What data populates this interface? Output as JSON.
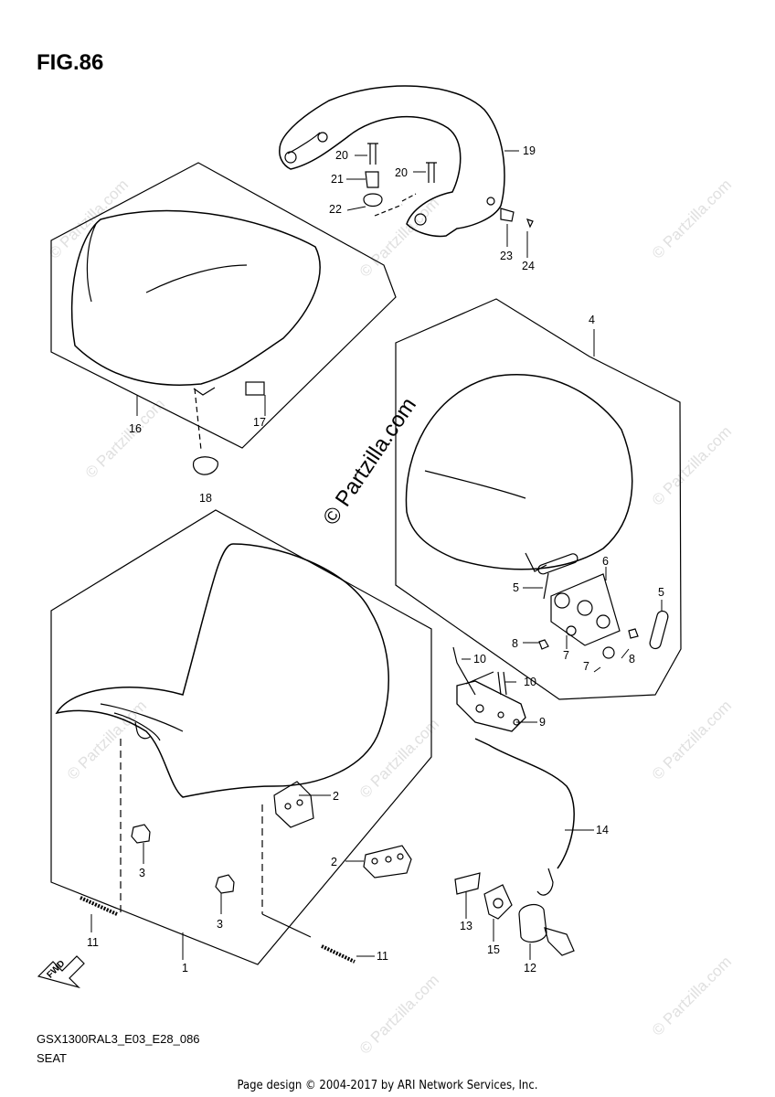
{
  "figure_label": "FIG.86",
  "diagram_code": "GSX1300RAL3_E03_E28_086",
  "diagram_title": "SEAT",
  "footer_text": "Page design © 2004-2017 by ARI Network Services, Inc.",
  "watermark_text": "© Partzilla.com",
  "fwd_label": "FWD",
  "part_numbers": [
    "1",
    "2",
    "2",
    "3",
    "3",
    "4",
    "5",
    "5",
    "6",
    "7",
    "7",
    "8",
    "8",
    "9",
    "10",
    "10",
    "11",
    "11",
    "12",
    "13",
    "14",
    "15",
    "16",
    "17",
    "18",
    "19",
    "20",
    "20",
    "21",
    "22",
    "23",
    "24"
  ]
}
